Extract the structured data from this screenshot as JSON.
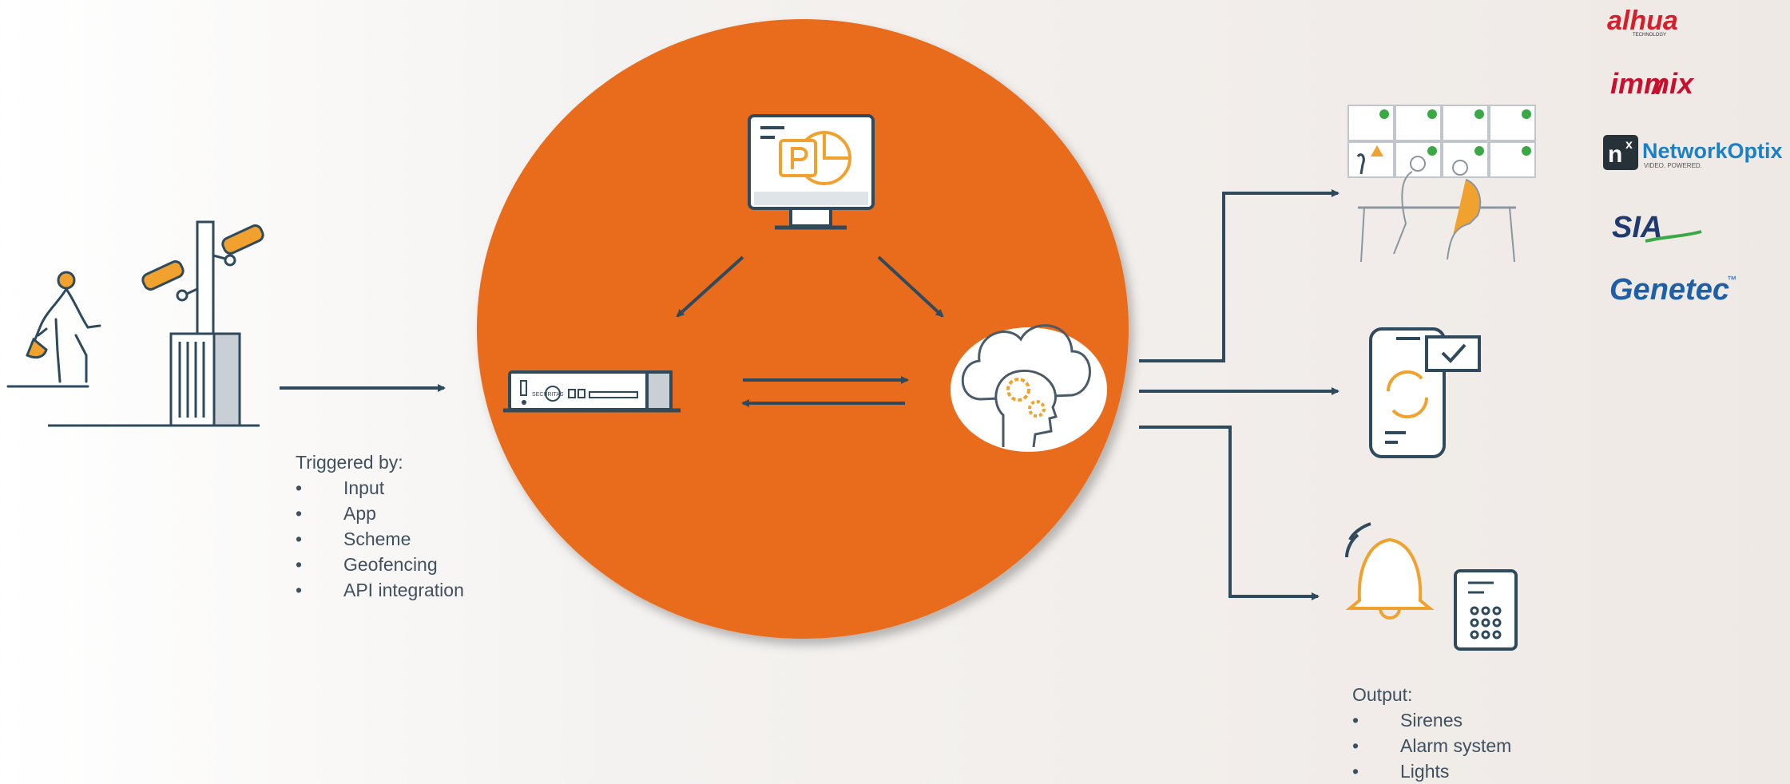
{
  "left_list": {
    "heading": "Triggered by:",
    "items": [
      "Input",
      "App",
      "Scheme",
      "Geofencing",
      "API integration"
    ]
  },
  "output_list": {
    "heading": "Output:",
    "items": [
      "Sirenes",
      "Alarm system",
      "Lights"
    ]
  },
  "logos": {
    "dahua": "alhua",
    "dahua_sub": "TECHNOLOGY",
    "immix": "immix",
    "networkoptix_badge": "n",
    "networkoptix_badge_sup": "x",
    "networkoptix": "NetworkOptix",
    "networkoptix_sub": "VIDEO. POWERED.",
    "sia": "SIA",
    "genetec": "Genetec",
    "genetec_tm": "™"
  },
  "device_label": "SECURITAS",
  "colors": {
    "accent_orange": "#e86c1a",
    "icon_navy": "#2e4a5c",
    "icon_orange": "#f0a12e",
    "text": "#3f5160",
    "dahua_red": "#d4202c",
    "immix_red": "#c8102e",
    "nx_blue": "#1c80c4",
    "genetec_blue": "#1f5fa6"
  }
}
